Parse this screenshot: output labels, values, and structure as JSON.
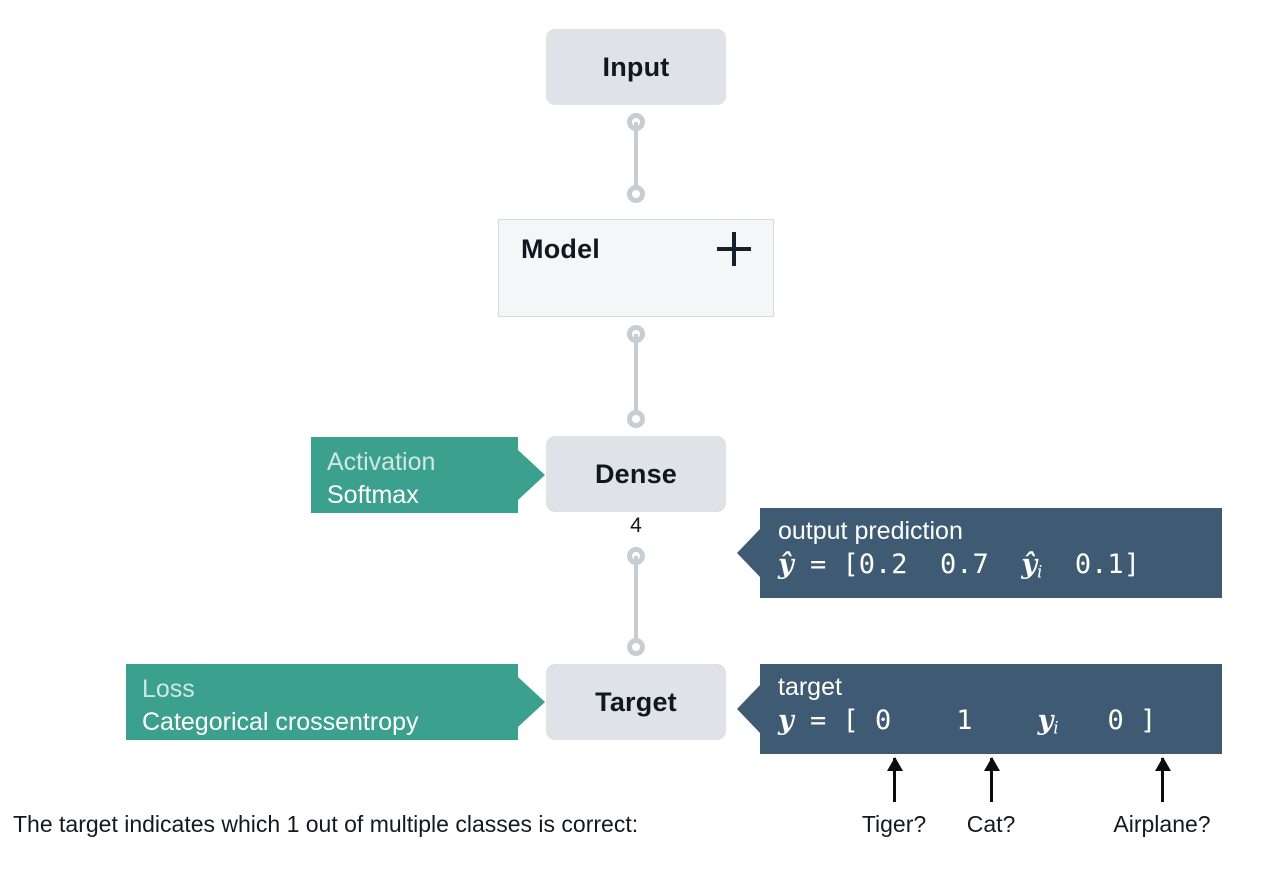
{
  "diagram": {
    "nodes": {
      "input": {
        "label": "Input"
      },
      "model": {
        "label": "Model",
        "expand_icon": "plus-icon"
      },
      "dense": {
        "label": "Dense",
        "units": "4"
      },
      "target": {
        "label": "Target"
      }
    },
    "callouts": {
      "activation": {
        "line1": "Activation",
        "line2": "Softmax"
      },
      "loss": {
        "line1": "Loss",
        "line2": "Categorical crossentropy"
      },
      "output_prediction": {
        "title": "output prediction",
        "symbol": "ŷ",
        "equals": " = ",
        "open_bracket": "[",
        "values": [
          "0.2",
          "0.7",
          "ŷi",
          "0.1"
        ],
        "close_bracket": "]",
        "plain_text": "ŷ = [0.2  0.7  ŷᵢ  0.1]"
      },
      "target_vector": {
        "title": "target",
        "symbol": "y",
        "equals": " = ",
        "open_bracket": "[",
        "values": [
          "0",
          "1",
          "yi",
          "0"
        ],
        "close_bracket": "]",
        "plain_text": "y = [ 0    1    yᵢ   0 ]"
      }
    },
    "class_annotations": [
      {
        "label": "Tiger?"
      },
      {
        "label": "Cat?"
      },
      {
        "label": "Airplane?"
      }
    ],
    "caption": "The target indicates which 1 out of multiple classes is correct:",
    "colors": {
      "node_fill": "#dfe3e7",
      "model_fill": "#f4f6f7",
      "model_border": "#d4dade",
      "connector": "#c6ced4",
      "teal": "#3ba08d",
      "slate": "#3f5a73",
      "text": "#121a21"
    }
  }
}
